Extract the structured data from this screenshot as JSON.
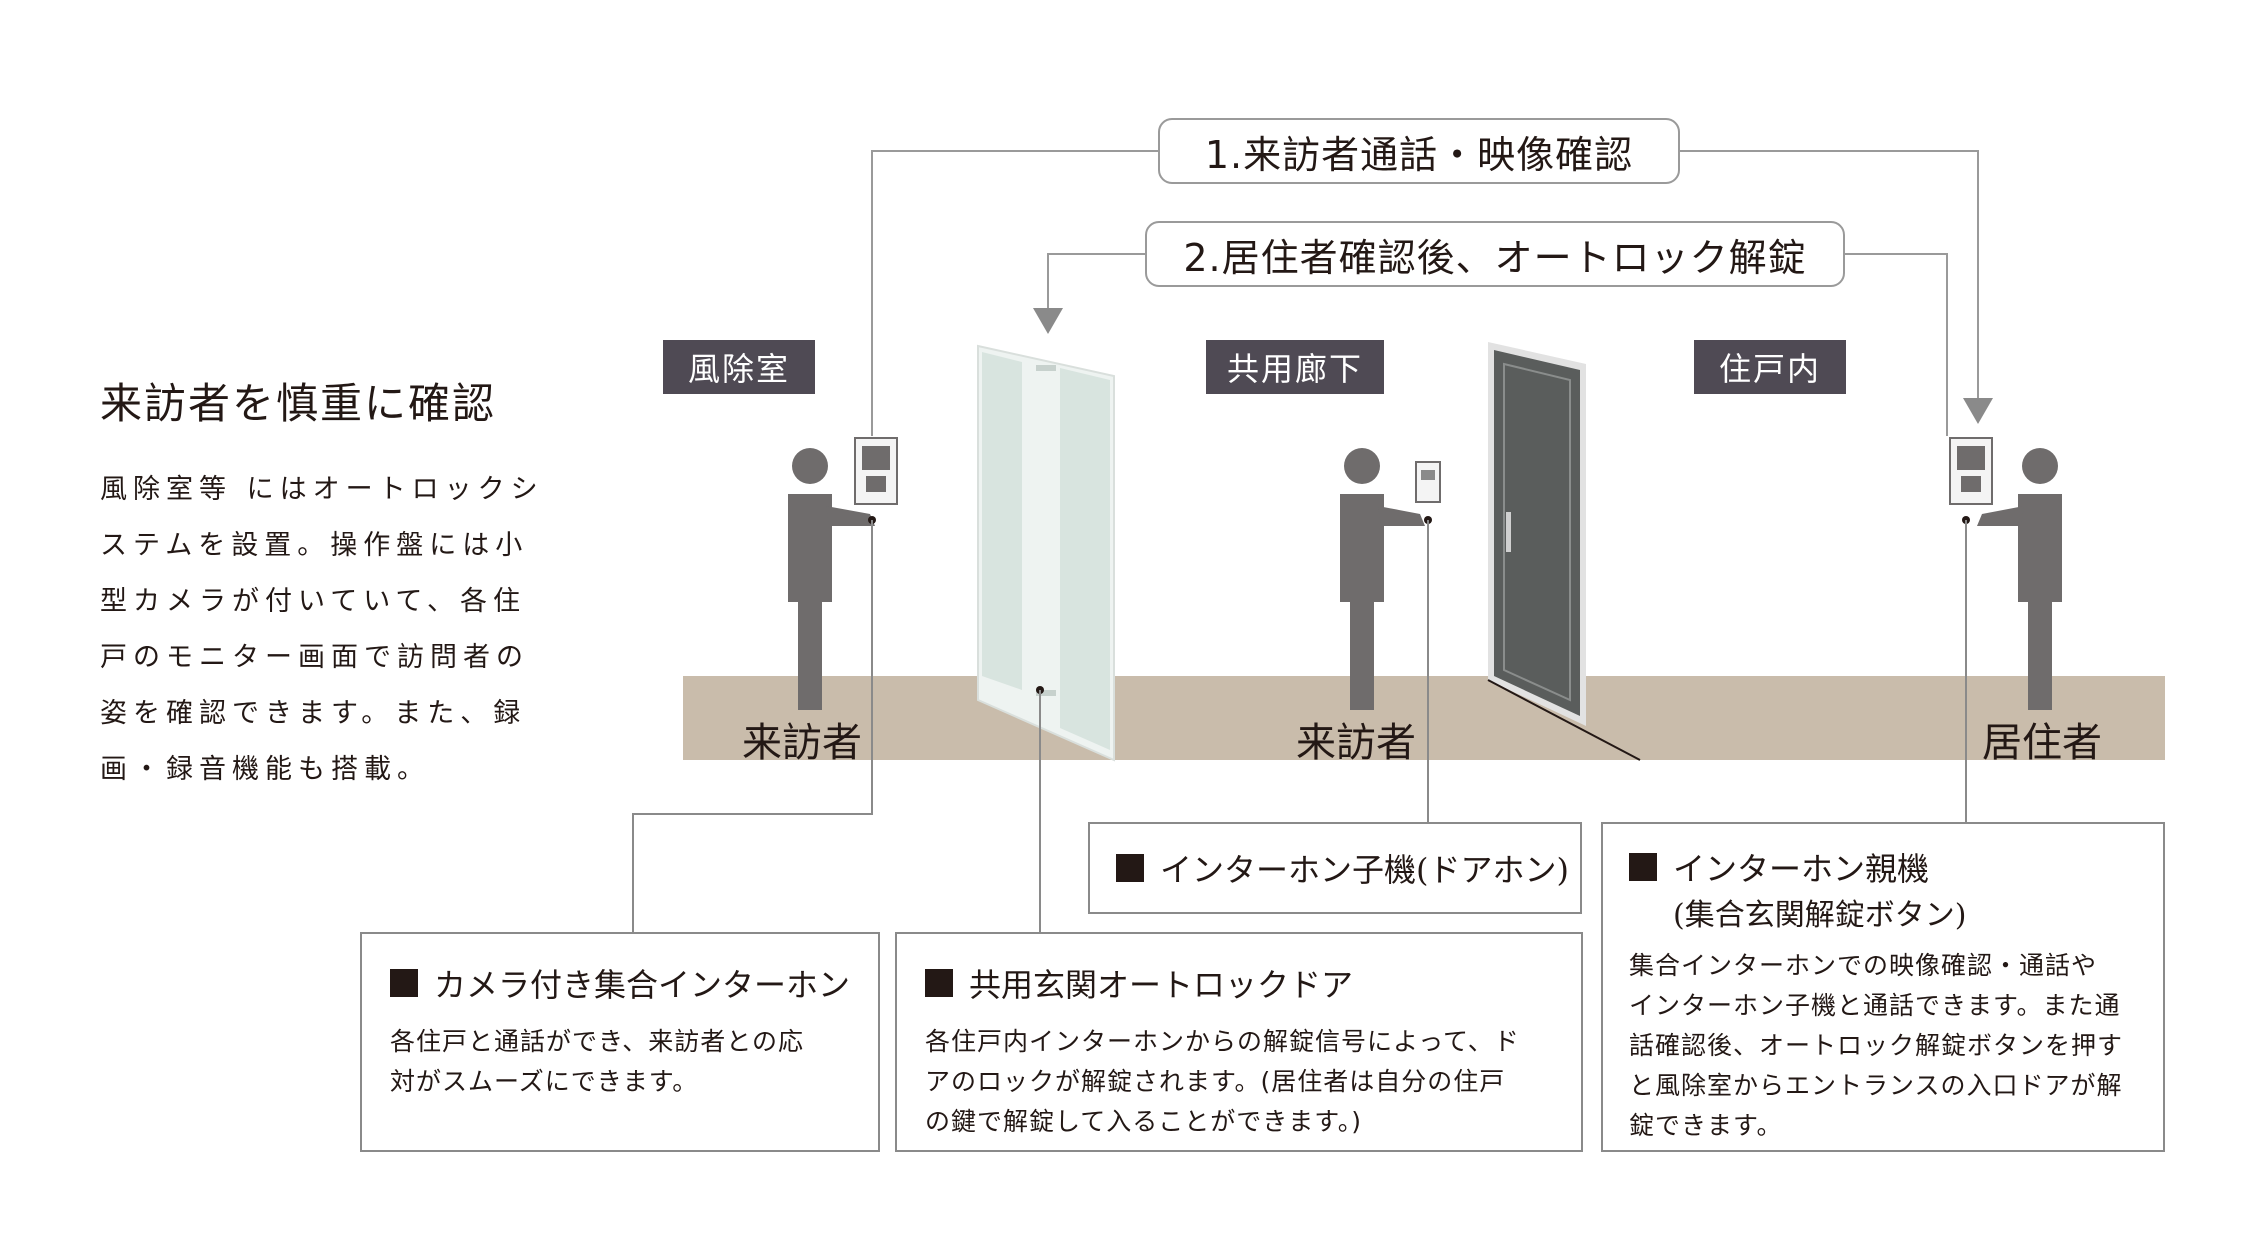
{
  "intro": {
    "title": "来訪者を慎重に確認",
    "lines": [
      "風除室等 にはオートロックシ",
      "ステムを設置。操作盤には小",
      "型カメラが付いていて、各住",
      "戸のモニター画面で訪問者の",
      "姿を確認できます。また、録",
      "画・録音機能も搭載。"
    ]
  },
  "steps": {
    "step1": "1.来訪者通話・映像確認",
    "step2": "2.居住者確認後、オートロック解錠"
  },
  "rooms": {
    "windbreak": "風除室",
    "corridor": "共用廊下",
    "dwelling": "住戸内"
  },
  "people": {
    "visitor1": "来訪者",
    "visitor2": "来訪者",
    "resident": "居住者"
  },
  "boxes": {
    "camera_intercom": {
      "title": "カメラ付き集合インターホン",
      "lines": [
        "各住戸と通話ができ、来訪者との応",
        "対がスムーズにできます。"
      ]
    },
    "autolock_door": {
      "title": "共用玄関オートロックドア",
      "lines": [
        "各住戸内インターホンからの解錠信号によって、ド",
        "アのロックが解錠されます。(居住者は自分の住戸",
        "の鍵で解錠して入ることができます。)"
      ]
    },
    "door_phone": {
      "title": "インターホン子機(ドアホン)"
    },
    "master_unit": {
      "title": "インターホン親機",
      "subtitle": "(集合玄関解錠ボタン)",
      "lines": [
        "集合インターホンでの映像確認・通話や",
        "インターホン子機と通話できます。また通",
        "話確認後、オートロック解錠ボタンを押す",
        "と風除室からエントランスの入口ドアが解",
        "錠できます。"
      ]
    }
  },
  "colors": {
    "floor": "#c9bcab",
    "figure": "#6f6c6c",
    "label_bg": "#4f4a54",
    "glass": "#dfe8e4",
    "door": "#5a5d5c"
  }
}
